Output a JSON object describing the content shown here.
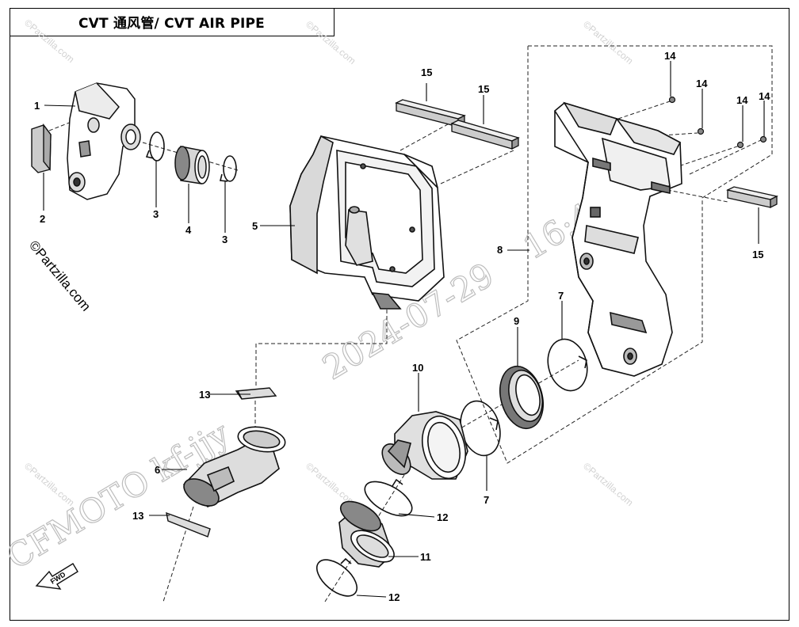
{
  "diagram": {
    "title": "CVT 通风管/ CVT AIR PIPE",
    "copyright": "©Partzilla.com",
    "watermark_small": "©Partzilla.com",
    "watermark_large": {
      "brand": "CFMOTO  kf-jjy",
      "date": "2024-07-29",
      "time": "16:43:46"
    },
    "fwd_label": "FWD",
    "callouts": {
      "c1": "1",
      "c2": "2",
      "c3a": "3",
      "c3b": "3",
      "c4": "4",
      "c5": "5",
      "c6": "6",
      "c7a": "7",
      "c7b": "7",
      "c8": "8",
      "c9": "9",
      "c10": "10",
      "c11": "11",
      "c12a": "12",
      "c12b": "12",
      "c13a": "13",
      "c13b": "13",
      "c14a": "14",
      "c14b": "14",
      "c14c": "14",
      "c14d": "14",
      "c15a": "15",
      "c15b": "15",
      "c15c": "15"
    }
  }
}
